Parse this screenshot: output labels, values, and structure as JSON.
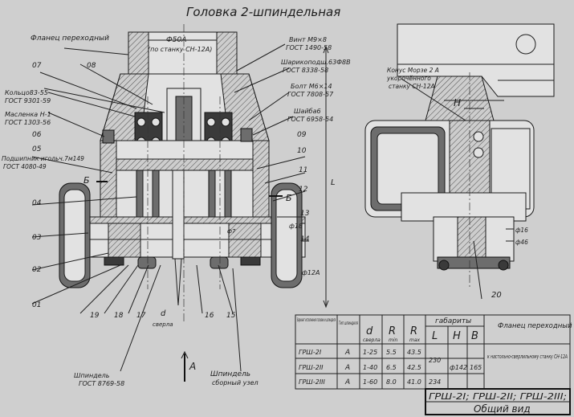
{
  "title": "Головка 2-шпиндельная",
  "front_view": {
    "labels": {
      "flange": "Фланец переходный",
      "bore_dim": "Ф50А",
      "bore_note": "(по станку СН-12А)",
      "screw": "Винт М9×8",
      "screw_gost": "ГОСТ 1490-58",
      "bearing": "Шарикоподш.63Ф8В",
      "bearing_gost": "ГОСТ 8338-58",
      "bolt": "Болт М6×14",
      "bolt_gost": "ГОСТ 7808-57",
      "washer": "Шайба6",
      "washer_gost": "ГОСТ 6958-54",
      "ring": "Кольцо83-55",
      "ring_gost": "ГОСТ 9301-59",
      "oiler": "Масленка Н-1",
      "oiler_gost": "ГОСТ 1303-56",
      "roller_bearing": "Подшипник игольч.7м149",
      "roller_gost": "ГОСТ 4080-49",
      "chuck": "Шпиндель",
      "chuck_gost": "ГОСТ 8769-58",
      "spindle": "Шпиндель",
      "spindle_sub": "сборный узел",
      "d_label": "d",
      "d_sub": "сверла",
      "section_b": "Б",
      "view_a": "А",
      "dim_l": "L",
      "dim_18": "ф18",
      "dim_12": "ф12А",
      "dim_7": "ф7"
    },
    "callouts": [
      "07",
      "08",
      "06",
      "05",
      "04",
      "03",
      "02",
      "01",
      "19",
      "18",
      "17",
      "16",
      "15",
      "09",
      "10",
      "11",
      "12",
      "13",
      "14"
    ]
  },
  "side_view": {
    "labels": {
      "cone": "Конус Морзе 2 А",
      "cone_sub": "укорочённого",
      "cone_sub2": "станку СН-12А",
      "h": "H",
      "callout_20": "20",
      "dim_a": "ф16",
      "dim_b": "ф46"
    }
  },
  "table": {
    "headers": {
      "variant": "Вариант исполнения головки и шпинделя",
      "type": "Тип шпинделя",
      "d": "d",
      "d_sub": "сверла",
      "r1": "R",
      "r1_sub": "min",
      "r2": "R",
      "r2_sub": "max",
      "dims": "габариты",
      "L": "L",
      "H": "H",
      "B": "B",
      "flange": "Фланец переходный"
    },
    "rows": [
      {
        "variant": "ГРШ-2I",
        "type": "А",
        "d": "1-25",
        "rmin": "5.5",
        "rmax": "43.5"
      },
      {
        "variant": "ГРШ-2II",
        "type": "А",
        "d": "1-40",
        "rmin": "6.5",
        "rmax": "42.5"
      },
      {
        "variant": "ГРШ-2III",
        "type": "А",
        "d": "1-60",
        "rmin": "8.0",
        "rmax": "41.0"
      }
    ],
    "merged": {
      "L_top": "230",
      "L_bottom": "234",
      "H": "ф142",
      "B": "165",
      "flange_note": "к настольно-сверлильному станку СН-12А"
    }
  },
  "title_block": {
    "designation": "ГРШ-2I; ГРШ-2II; ГРШ-2III;",
    "name": "Общий вид"
  }
}
